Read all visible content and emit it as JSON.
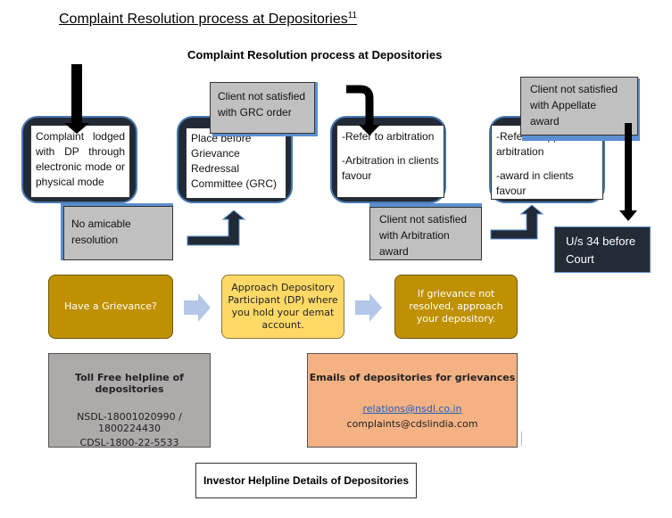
{
  "document": {
    "title": "Complaint Resolution process at Depositories",
    "footnote": "11"
  },
  "diagram": {
    "title": "Complaint Resolution process at Depositories",
    "steps": [
      {
        "text": "Complaint lodged with DP through electronic mode or physical mode"
      },
      {
        "text": "Place before Grievance Redressal Committee (GRC)"
      },
      {
        "line1": "-Refer to arbitration",
        "line2": "-Arbitration in clients favour"
      },
      {
        "line1": "-Refer to Appellate arbitration",
        "line2": "-award in clients favour"
      }
    ],
    "escalations": [
      {
        "text": "No amicable resolution"
      },
      {
        "text": "Client not satisfied with GRC order"
      },
      {
        "text": "Client not satisfied with Arbitration award"
      },
      {
        "text": "Client not satisfied with Appellate award"
      }
    ],
    "final": {
      "text": "U/s 34 before Court"
    }
  },
  "flow": {
    "items": [
      {
        "text": "Have a Grievance?"
      },
      {
        "text": "Approach Depository Participant (DP) where you hold your demat account."
      },
      {
        "text": "If grievance not resolved, approach your depository."
      }
    ],
    "arrow_color": "#b4c7e7"
  },
  "helpline": {
    "title": "Toll Free helpline of depositories",
    "nsdl": "NSDL-18001020990 / 1800224430",
    "cdsl": "CDSL-1800-22-5533"
  },
  "emails": {
    "title": "Emails of depositories  for grievances",
    "nsdl": "relations@nsdl.co.in",
    "cdsl": "complaints@cdslindia.com"
  },
  "caption": "Investor Helpline Details of Depositories",
  "colors": {
    "dark_navy": "#212a36",
    "accent_blue": "#5b8fd0",
    "gold": "#bf9000",
    "yellow": "#ffd966",
    "gray": "#c0c0c0",
    "orange": "#f4b183"
  }
}
